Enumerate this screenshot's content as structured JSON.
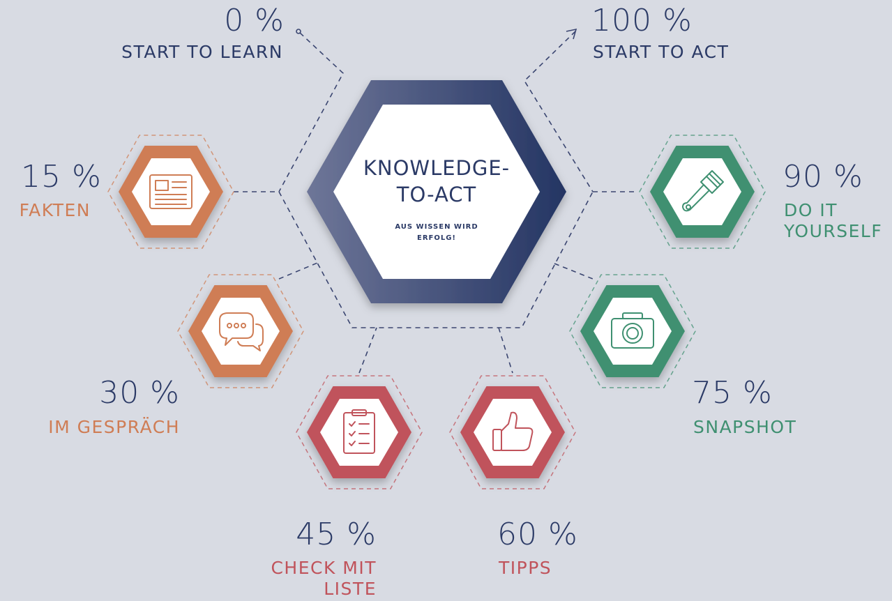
{
  "center": {
    "title_line1": "KNOWLEDGE-",
    "title_line2": "TO-ACT",
    "subtitle_line1": "AUS WISSEN WIRD",
    "subtitle_line2": "ERFOLG!"
  },
  "start": {
    "percent": "0 %",
    "label": "START TO LEARN"
  },
  "end": {
    "percent": "100 %",
    "label": "START TO ACT"
  },
  "stages": [
    {
      "percent": "15 %",
      "label_lines": [
        "FAKTEN"
      ],
      "icon": "newspaper-icon",
      "color": "#cf7d55"
    },
    {
      "percent": "30 %",
      "label_lines": [
        "IM GESPRÄCH"
      ],
      "icon": "chat-bubbles-icon",
      "color": "#cf7d55"
    },
    {
      "percent": "45 %",
      "label_lines": [
        "CHECK MIT",
        "LISTE"
      ],
      "icon": "clipboard-checklist-icon",
      "color": "#c0535b"
    },
    {
      "percent": "60 %",
      "label_lines": [
        "TIPPS"
      ],
      "icon": "thumbs-up-icon",
      "color": "#c0535b"
    },
    {
      "percent": "75 %",
      "label_lines": [
        "SNAPSHOT"
      ],
      "icon": "camera-icon",
      "color": "#3f9071"
    },
    {
      "percent": "90 %",
      "label_lines": [
        "DO IT",
        "YOURSELF"
      ],
      "icon": "paintbrush-icon",
      "color": "#3f9071"
    }
  ],
  "colors": {
    "background": "#d8dbe3",
    "navy": "#2b3a66",
    "orange": "#cf7d55",
    "red": "#c0535b",
    "green": "#3f9071"
  }
}
